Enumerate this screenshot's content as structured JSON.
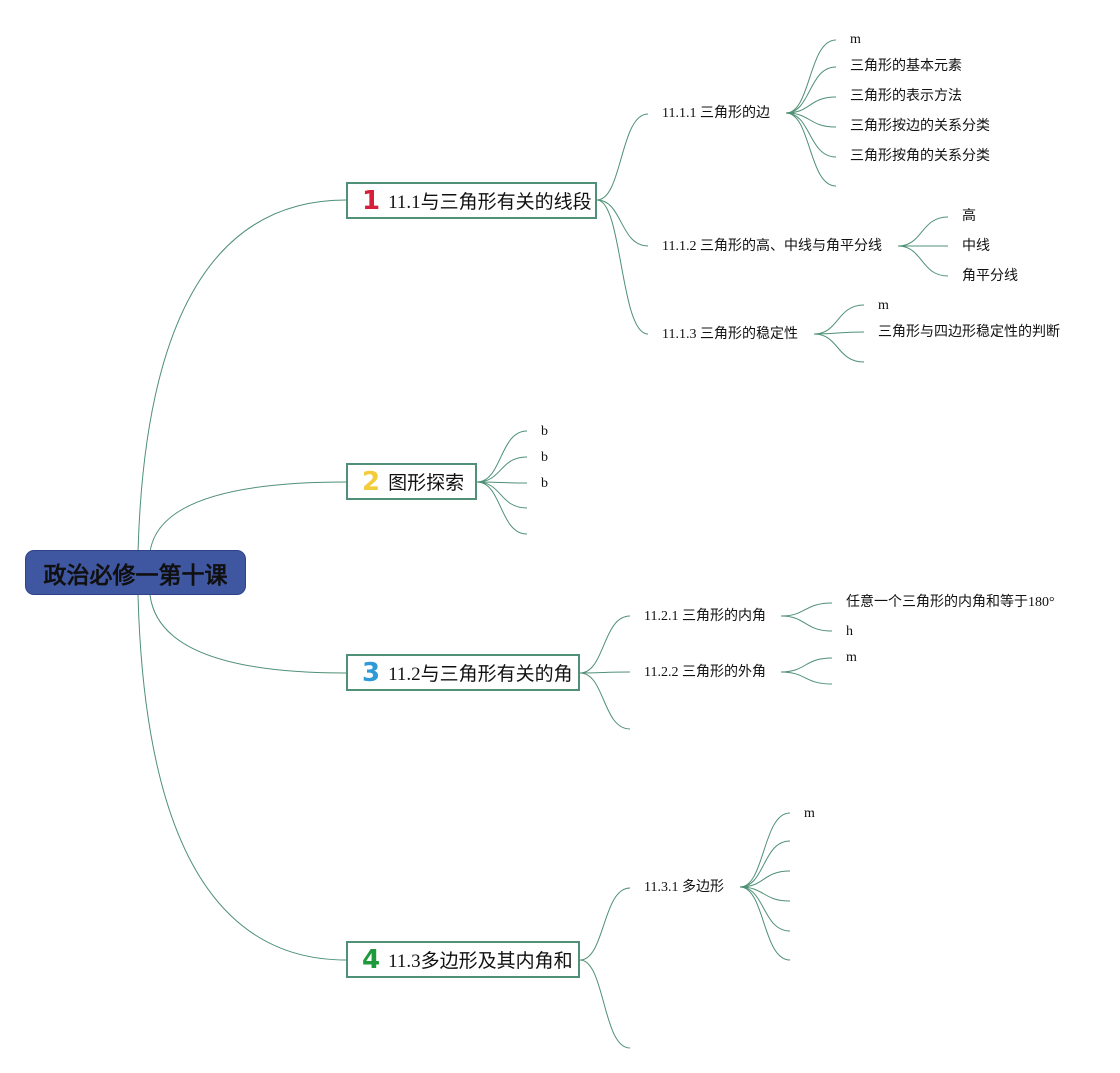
{
  "root": {
    "title": "政治必修一第十课",
    "fill_color": "#3f56a0"
  },
  "line_color": "#4f9076",
  "branches": [
    {
      "number": "1",
      "number_color": "#d61f3a",
      "label": "11.1与三角形有关的线段",
      "subtopics": [
        {
          "label": "11.1.1 三角形的边",
          "leaves": [
            "m",
            "三角形的基本元素",
            "三角形的表示方法",
            "三角形按边的关系分类",
            "三角形按角的关系分类",
            ""
          ]
        },
        {
          "label": "11.1.2 三角形的高、中线与角平分线",
          "leaves": [
            "高",
            "中线",
            "角平分线"
          ]
        },
        {
          "label": "11.1.3 三角形的稳定性",
          "leaves": [
            "m",
            "三角形与四边形稳定性的判断",
            ""
          ]
        }
      ]
    },
    {
      "number": "2",
      "number_color": "#f2cc3b",
      "label": "图形探索",
      "leaves": [
        "b",
        "b",
        "b",
        "",
        ""
      ]
    },
    {
      "number": "3",
      "number_color": "#2f9ad6",
      "label": "11.2与三角形有关的角",
      "subtopics": [
        {
          "label": "11.2.1 三角形的内角",
          "leaves": [
            "任意一个三角形的内角和等于180°",
            "h"
          ]
        },
        {
          "label": "11.2.2 三角形的外角",
          "leaves": [
            "m",
            ""
          ]
        },
        {
          "label": "",
          "leaves": []
        }
      ]
    },
    {
      "number": "4",
      "number_color": "#1e9a3a",
      "label": "11.3多边形及其内角和",
      "subtopics": [
        {
          "label": "11.3.1 多边形",
          "leaves": [
            "m",
            "",
            "",
            "",
            "",
            ""
          ]
        },
        {
          "label": "",
          "leaves": []
        }
      ]
    }
  ]
}
